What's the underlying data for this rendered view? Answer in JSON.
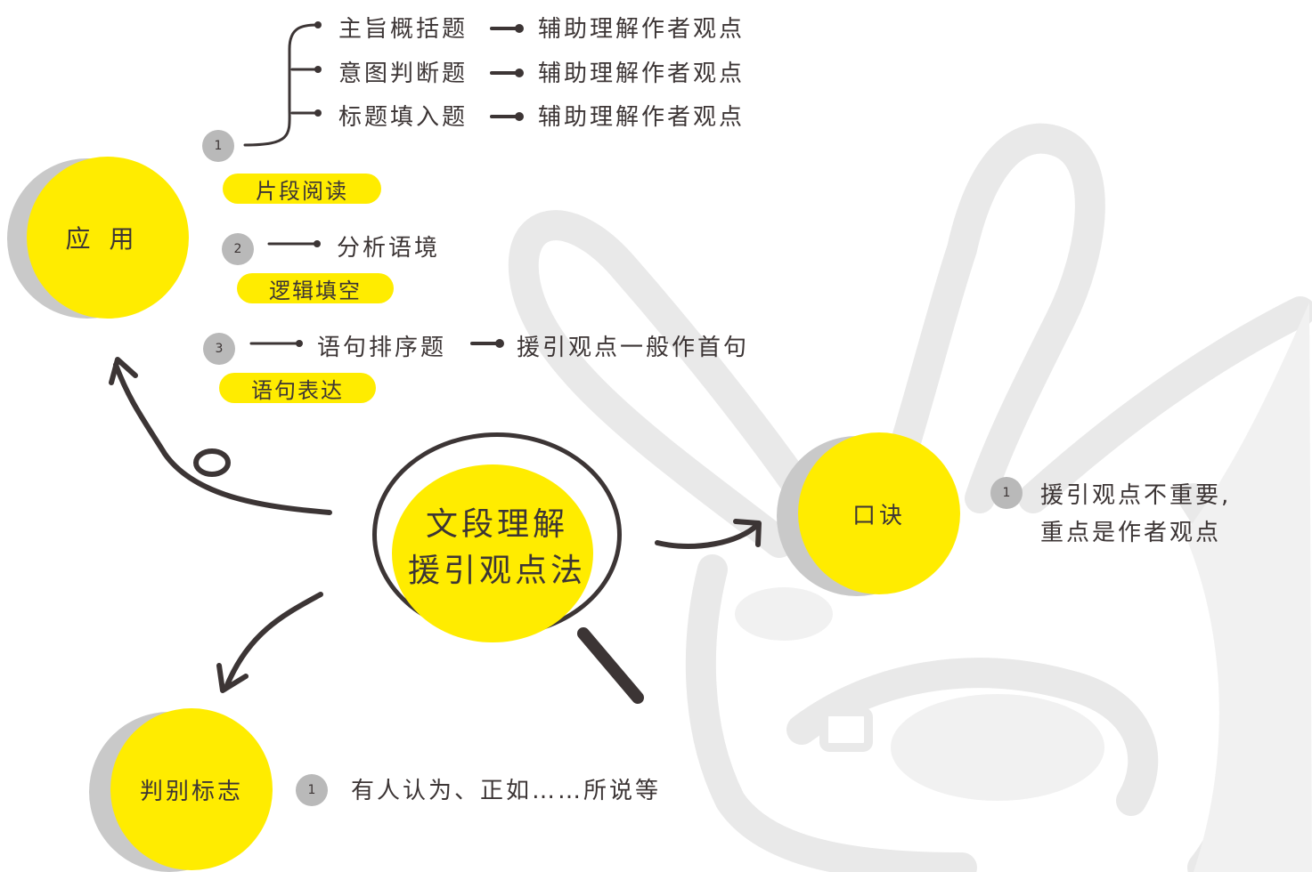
{
  "center": {
    "line1": "文段理解",
    "line2": "援引观点法"
  },
  "application": {
    "title": "应 用",
    "branches": [
      {
        "number": "1",
        "category": "片段阅读",
        "items": [
          {
            "type": "主旨概括题",
            "tip": "辅助理解作者观点"
          },
          {
            "type": "意图判断题",
            "tip": "辅助理解作者观点"
          },
          {
            "type": "标题填入题",
            "tip": "辅助理解作者观点"
          }
        ]
      },
      {
        "number": "2",
        "category": "逻辑填空",
        "item": "分析语境"
      },
      {
        "number": "3",
        "category": "语句表达",
        "item": "语句排序题",
        "tip": "援引观点一般作首句"
      }
    ]
  },
  "formula": {
    "title": "口诀",
    "number": "1",
    "line1": "援引观点不重要,",
    "line2": "重点是作者观点"
  },
  "markers": {
    "title": "判别标志",
    "number": "1",
    "text": "有人认为、正如……所说等"
  },
  "colors": {
    "accent": "#ffec00",
    "shadow": "#c9c9c9",
    "ink": "#3c3535",
    "watermark": "#e9e9e9"
  },
  "icons": {
    "center": "magnifier-icon",
    "watermark": "rabbit-watermark"
  }
}
